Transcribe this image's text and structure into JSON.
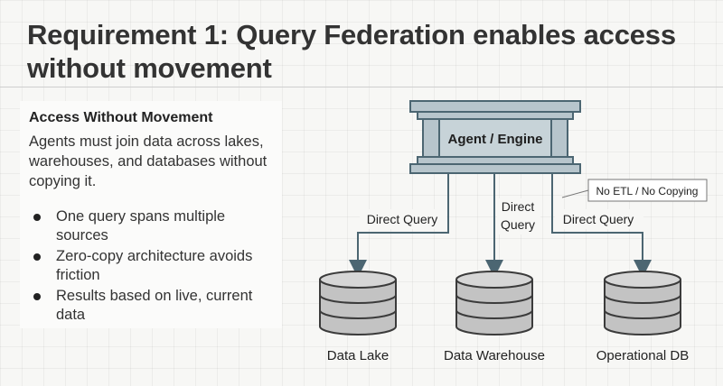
{
  "slide": {
    "title": "Requirement 1: Query Federation enables access without movement"
  },
  "left_panel": {
    "heading": "Access Without Movement",
    "body": "Agents must join data across lakes, warehouses, and databases without copying it.",
    "bullets": [
      "One query spans multiple sources",
      "Zero-copy architecture avoids friction",
      "Results based on live, current data"
    ]
  },
  "diagram": {
    "engine_label": "Agent / Engine",
    "callout_label": "No ETL / No Copying",
    "arrow_labels": {
      "left": "Direct Query",
      "middle_line1": "Direct",
      "middle_line2": "Query",
      "right": "Direct Query"
    },
    "databases": [
      {
        "label": "Data Lake"
      },
      {
        "label": "Data Warehouse"
      },
      {
        "label": "Operational DB"
      }
    ]
  },
  "colors": {
    "engine_fill": "#b7c5cc",
    "arrow": "#4c6672",
    "db_fill": "#c3c3c3"
  }
}
